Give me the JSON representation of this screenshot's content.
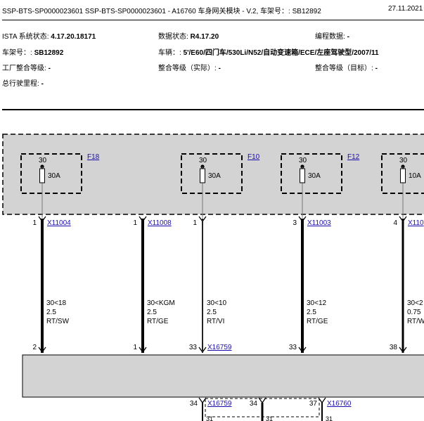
{
  "header": {
    "title": "SSP-BTS-SP0000023601 SSP-BTS-SP0000023601 - A16760 车身网关模块 - V.2, 车架号：: SB12892",
    "date": "27.11.2021"
  },
  "info": {
    "ista_label": "ISTA 系统状态: ",
    "ista_value": "4.17.20.18171",
    "data_label": "数据状态: ",
    "data_value": "R4.17.20",
    "prog_label": "编程数据: ",
    "prog_value": "-",
    "vin_label": "车架号：: ",
    "vin_value": "SB12892",
    "vehicle_label": "车辆：: ",
    "vehicle_value": "5'/E60/四门车/530Li/N52/自动变速箱/ECE/左座驾驶型/2007/11",
    "factory_label": "工厂整合等级: ",
    "factory_value": "-",
    "actual_label": "整合等级（实际）: ",
    "actual_value": "-",
    "target_label": "整合等级（目标）: ",
    "target_value": "-",
    "mileage_label": "总行驶里程: ",
    "mileage_value": "-"
  },
  "diagram": {
    "fuses": [
      {
        "terminal": "30",
        "rating": "30A",
        "ref": "F18"
      },
      {
        "terminal": "30",
        "rating": "30A",
        "ref": "F10"
      },
      {
        "terminal": "30",
        "rating": "30A",
        "ref": "F12"
      },
      {
        "terminal": "30",
        "rating": "10A",
        "ref": ""
      }
    ],
    "wires": [
      {
        "pin_top": "1",
        "connector_top": "X11004",
        "code": "30<18",
        "size": "2.5",
        "color": "RT/SW",
        "pin_bottom": "2",
        "connector_bottom": ""
      },
      {
        "pin_top": "1",
        "connector_top": "X11008",
        "code": "30<KGM",
        "size": "2.5",
        "color": "RT/GE",
        "pin_bottom": "1",
        "connector_bottom": ""
      },
      {
        "pin_top": "1",
        "connector_top": "",
        "code": "30<10",
        "size": "2.5",
        "color": "RT/VI",
        "pin_bottom": "33",
        "connector_bottom": "X16759"
      },
      {
        "pin_top": "3",
        "connector_top": "X11003",
        "code": "30<12",
        "size": "2.5",
        "color": "RT/GE",
        "pin_bottom": "33",
        "connector_bottom": ""
      },
      {
        "pin_top": "4",
        "connector_top": "X110",
        "code": "30<2",
        "size": "0.75",
        "color": "RT/W",
        "pin_bottom": "38",
        "connector_bottom": ""
      }
    ],
    "lower": {
      "pin_a": "34",
      "connector_a": "X16759",
      "pin_b": "34",
      "pin_c": "37",
      "connector_c": "X16760",
      "cut_labels": [
        "31",
        "31",
        "31"
      ]
    }
  }
}
